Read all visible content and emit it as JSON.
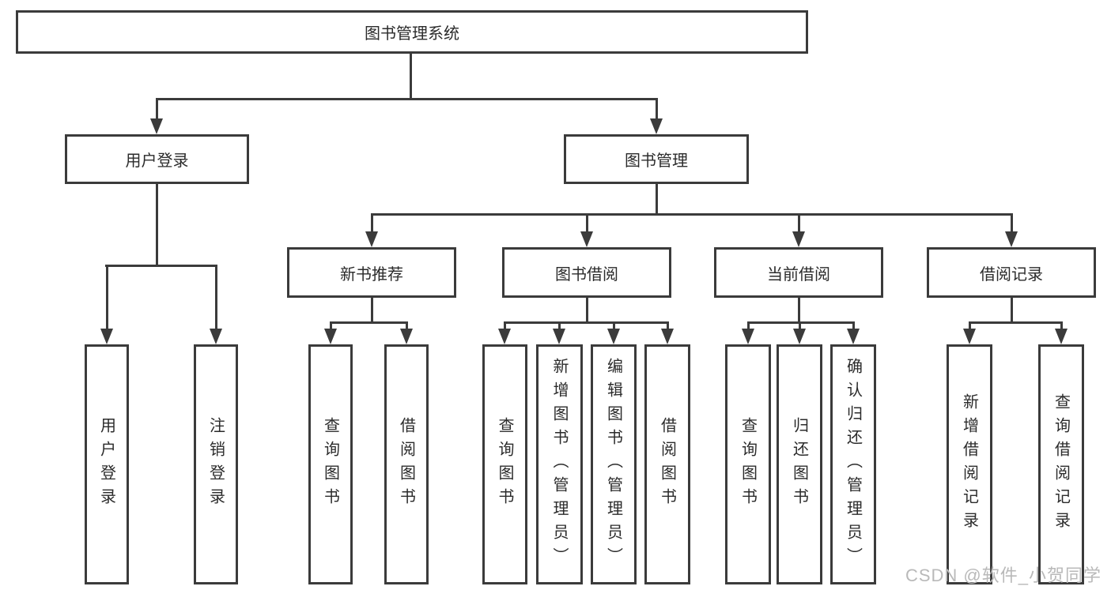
{
  "diagram": {
    "root": {
      "label": "图书管理系统"
    },
    "branches": {
      "user_login": {
        "label": "用户登录",
        "children": [
          "用户登录",
          "注销登录"
        ]
      },
      "book_mgmt": {
        "label": "图书管理"
      },
      "new_book": {
        "label": "新书推荐",
        "children": [
          "查询图书",
          "借阅图书"
        ]
      },
      "book_borrow": {
        "label": "图书借阅",
        "children": [
          "查询图书",
          "新增图书（管理员）",
          "编辑图书（管理员）",
          "借阅图书"
        ]
      },
      "current_borrow": {
        "label": "当前借阅",
        "children": [
          "查询图书",
          "归还图书",
          "确认归还（管理员）"
        ]
      },
      "borrow_record": {
        "label": "借阅记录",
        "children": [
          "新增借阅记录",
          "查询借阅记录"
        ]
      }
    },
    "colors": {
      "line": "#3b3b3b",
      "text": "#2b2b2b",
      "watermark": "#b9b9b9"
    }
  },
  "watermark": "CSDN @软件_小贺同学"
}
